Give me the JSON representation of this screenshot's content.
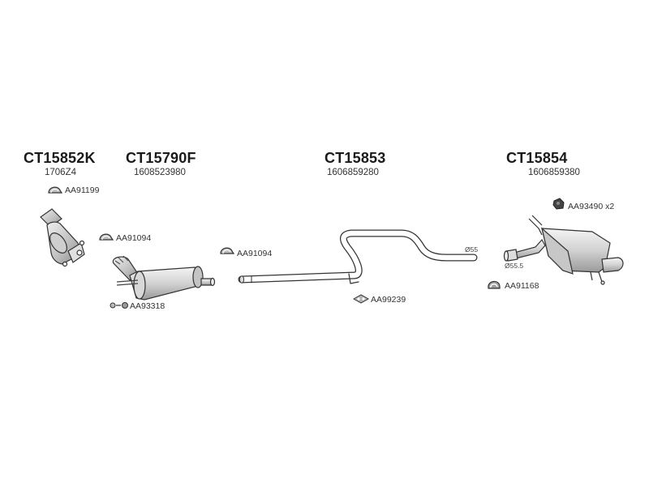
{
  "assemblies": [
    {
      "code": "CT15852K",
      "number": "1706Z4"
    },
    {
      "code": "CT15790F",
      "number": "1608523980"
    },
    {
      "code": "CT15853",
      "number": "1606859280"
    },
    {
      "code": "CT15854",
      "number": "1606859380"
    }
  ],
  "parts": {
    "clamp_a": "AA91199",
    "clamp_b": "AA91094",
    "clamp_c": "AA91094",
    "bolt_kit": "AA93318",
    "hanger_mid": "AA99239",
    "clamp_rear": "AA91168",
    "rubber_mount": "AA93490 x2"
  },
  "dimensions": {
    "pipe_diameter": "Ø55",
    "tail_diameter": "Ø55.5"
  }
}
